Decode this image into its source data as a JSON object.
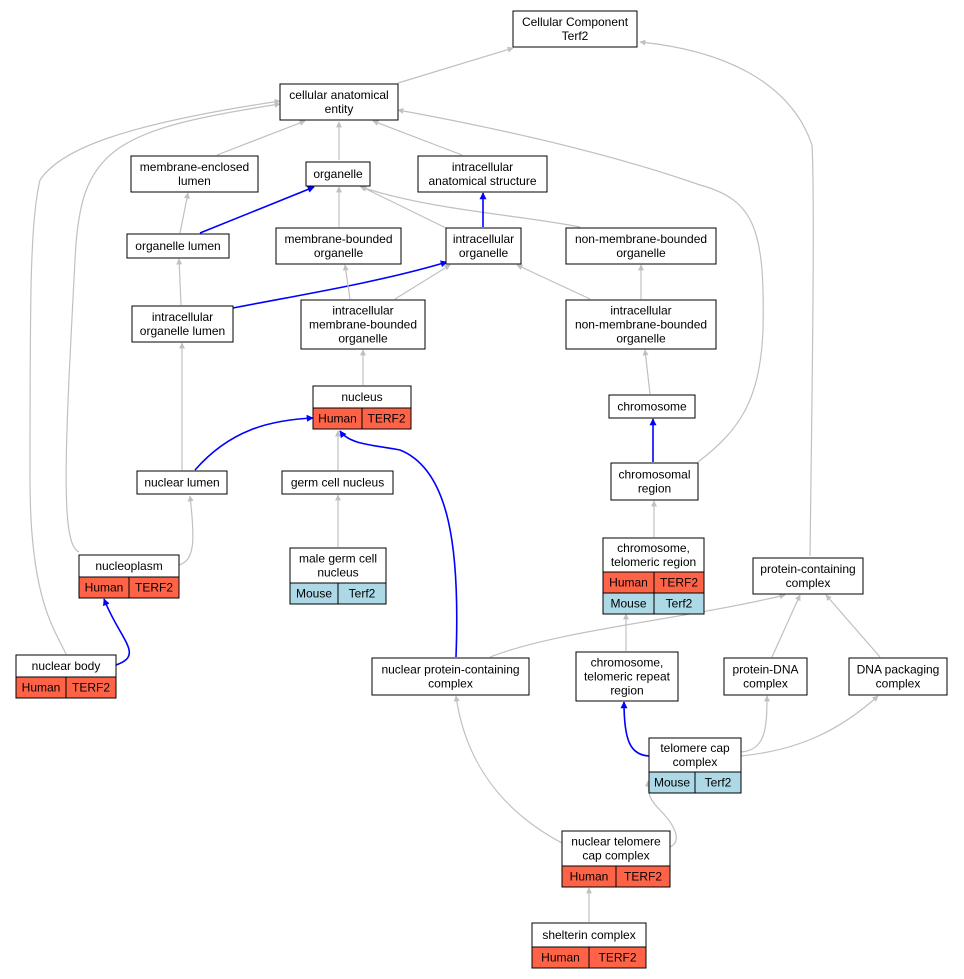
{
  "nodes": {
    "cellular_component": {
      "lines": [
        "Cellular Component",
        "Terf2"
      ]
    },
    "cellular_anatomical_entity": {
      "lines": [
        "cellular anatomical",
        "entity"
      ]
    },
    "membrane_enclosed_lumen": {
      "lines": [
        "membrane-enclosed",
        "lumen"
      ]
    },
    "organelle": {
      "lines": [
        "organelle"
      ]
    },
    "intracellular_anatomical_structure": {
      "lines": [
        "intracellular",
        "anatomical structure"
      ]
    },
    "organelle_lumen": {
      "lines": [
        "organelle lumen"
      ]
    },
    "membrane_bounded_organelle": {
      "lines": [
        "membrane-bounded",
        "organelle"
      ]
    },
    "intracellular_organelle": {
      "lines": [
        "intracellular",
        "organelle"
      ]
    },
    "non_membrane_bounded_organelle": {
      "lines": [
        "non-membrane-bounded",
        "organelle"
      ]
    },
    "intracellular_organelle_lumen": {
      "lines": [
        "intracellular",
        "organelle lumen"
      ]
    },
    "intracellular_membrane_bounded_organelle": {
      "lines": [
        "intracellular",
        "membrane-bounded",
        "organelle"
      ]
    },
    "intracellular_non_membrane_bounded_organelle": {
      "lines": [
        "intracellular",
        "non-membrane-bounded",
        "organelle"
      ]
    },
    "nucleus": {
      "lines": [
        "nucleus"
      ],
      "species": [
        "Human",
        "TERF2"
      ]
    },
    "chromosome": {
      "lines": [
        "chromosome"
      ]
    },
    "nuclear_lumen": {
      "lines": [
        "nuclear lumen"
      ]
    },
    "germ_cell_nucleus": {
      "lines": [
        "germ cell nucleus"
      ]
    },
    "chromosomal_region": {
      "lines": [
        "chromosomal",
        "region"
      ]
    },
    "chromosome_telomeric_region": {
      "lines": [
        "chromosome,",
        "telomeric region"
      ],
      "species": [
        "Human",
        "TERF2"
      ],
      "species2": [
        "Mouse",
        "Terf2"
      ]
    },
    "nucleoplasm": {
      "lines": [
        "nucleoplasm"
      ],
      "species": [
        "Human",
        "TERF2"
      ]
    },
    "male_germ_cell_nucleus": {
      "lines": [
        "male germ cell",
        "nucleus"
      ],
      "species": [
        "Mouse",
        "Terf2"
      ]
    },
    "protein_containing_complex": {
      "lines": [
        "protein-containing",
        "complex"
      ]
    },
    "nuclear_body": {
      "lines": [
        "nuclear body"
      ],
      "species": [
        "Human",
        "TERF2"
      ]
    },
    "nuclear_protein_containing_complex": {
      "lines": [
        "nuclear protein-containing",
        "complex"
      ]
    },
    "chromosome_telomeric_repeat_region": {
      "lines": [
        "chromosome,",
        "telomeric repeat",
        "region"
      ]
    },
    "protein_dna_complex": {
      "lines": [
        "protein-DNA",
        "complex"
      ]
    },
    "dna_packaging_complex": {
      "lines": [
        "DNA packaging",
        "complex"
      ]
    },
    "telomere_cap_complex": {
      "lines": [
        "telomere cap",
        "complex"
      ],
      "species": [
        "Mouse",
        "Terf2"
      ]
    },
    "nuclear_telomere_cap_complex": {
      "lines": [
        "nuclear telomere",
        "cap complex"
      ],
      "species": [
        "Human",
        "TERF2"
      ]
    },
    "shelterin_complex": {
      "lines": [
        "shelterin complex"
      ],
      "species": [
        "Human",
        "TERF2"
      ]
    }
  },
  "colors": {
    "human": "#ff6347",
    "mouse": "#add8e6",
    "is_a_edge": "#c0c0c0",
    "part_of_edge": "#0000ff",
    "node_border": "#000000"
  }
}
